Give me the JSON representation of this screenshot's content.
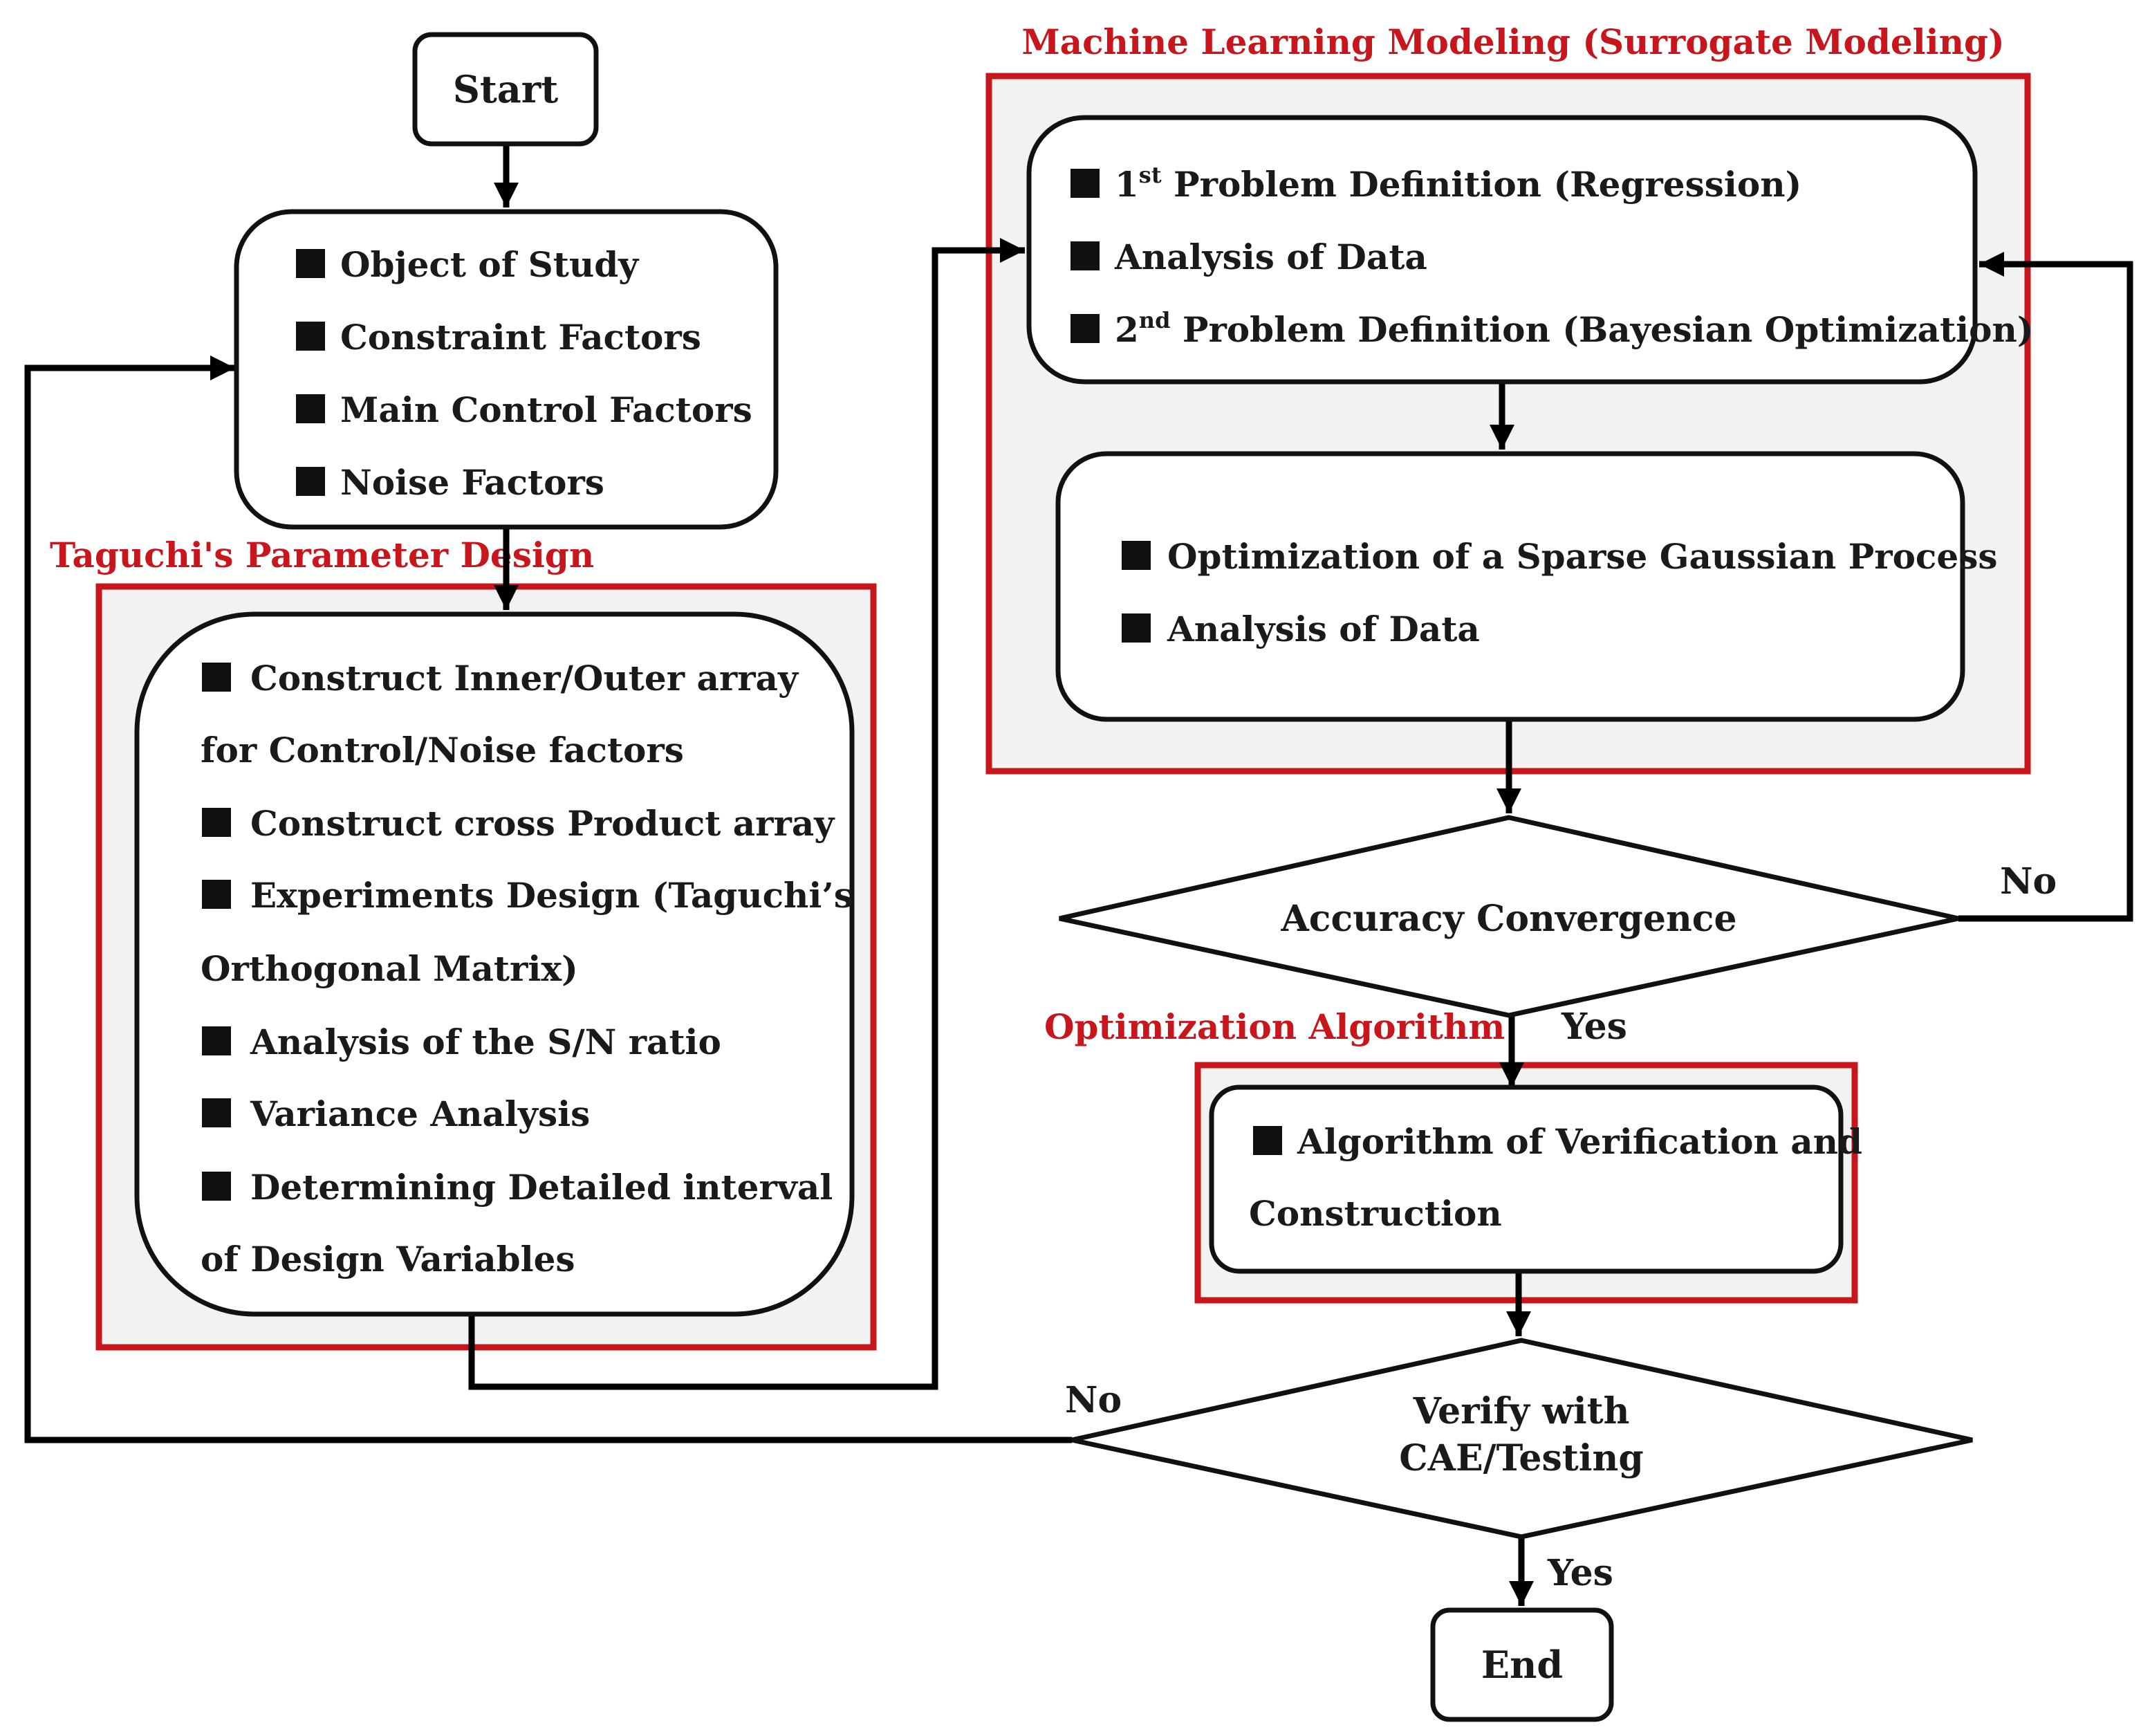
{
  "nodes": {
    "start": "Start",
    "end": "End",
    "study_box": {
      "items": [
        "Object of Study",
        "Constraint Factors",
        "Main Control Factors",
        "Noise Factors"
      ]
    },
    "taguchi_box": {
      "lines": [
        "Construct Inner/Outer array",
        "for Control/Noise factors",
        "Construct cross Product array",
        "Experiments Design (Taguchi’s",
        "Orthogonal Matrix)",
        "Analysis of the S/N ratio",
        "Variance Analysis",
        "Determining Detailed interval",
        "of Design Variables"
      ]
    },
    "ml_box1": {
      "item1": {
        "ordinal": "1",
        "suffix": "st",
        "text": " Problem Definition (Regression)"
      },
      "item2": "Analysis of Data",
      "item3": {
        "ordinal": "2",
        "suffix": "nd",
        "text": " Problem Definition (Bayesian Optimization)"
      }
    },
    "ml_box2": {
      "items": [
        "Optimization of a Sparse Gaussian Process",
        "Analysis of Data"
      ]
    },
    "accuracy_decision": "Accuracy Convergence",
    "opt_box": {
      "lines": [
        "Algorithm of Verification and",
        "Construction"
      ]
    },
    "verify_decision": [
      "Verify with",
      "CAE/Testing"
    ]
  },
  "sections": {
    "taguchi": "Taguchi's Parameter Design",
    "ml": "Machine Learning Modeling (Surrogate Modeling)",
    "optimization": "Optimization Algorithm"
  },
  "branches": {
    "accuracy_no": "No",
    "accuracy_yes": "Yes",
    "verify_no": "No",
    "verify_yes": "Yes"
  },
  "colors": {
    "section_border": "#c8161d",
    "section_fill": "#f2f2f2",
    "line": "#000000"
  }
}
